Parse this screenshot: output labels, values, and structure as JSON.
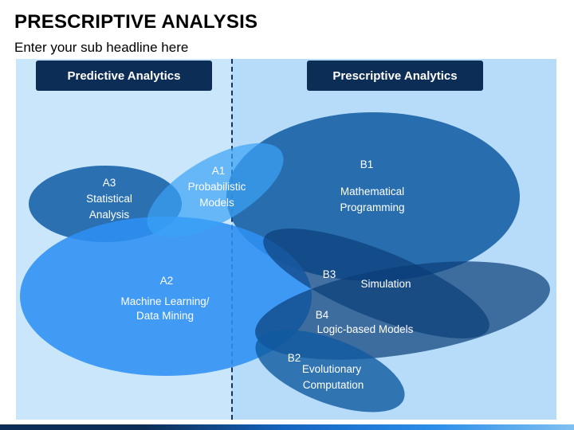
{
  "title": "PRESCRIPTIVE ANALYSIS",
  "subtitle": "Enter your sub headline here",
  "headers": {
    "left": "Predictive Analytics",
    "right": "Prescriptive Analytics"
  },
  "nodes": {
    "a1": {
      "code": "A1",
      "line1": "Probabilistic",
      "line2": "Models"
    },
    "a2": {
      "code": "A2",
      "line1": "Machine Learning/",
      "line2": "Data Mining"
    },
    "a3": {
      "code": "A3",
      "line1": "Statistical",
      "line2": "Analysis"
    },
    "b1": {
      "code": "B1",
      "line1": "Mathematical",
      "line2": "Programming"
    },
    "b2": {
      "code": "B2",
      "line1": "Evolutionary",
      "line2": "Computation"
    },
    "b3": {
      "code": "B3",
      "line1": "Simulation"
    },
    "b4": {
      "code": "B4",
      "line1": "Logic-based Models"
    }
  },
  "colors": {
    "navy": "#0c2d55",
    "left_panel": "#c9e6fb",
    "right_panel": "#b6dcfa",
    "bright_blue": "#2b8ef0",
    "deep_blue": "#0f5aa0"
  }
}
